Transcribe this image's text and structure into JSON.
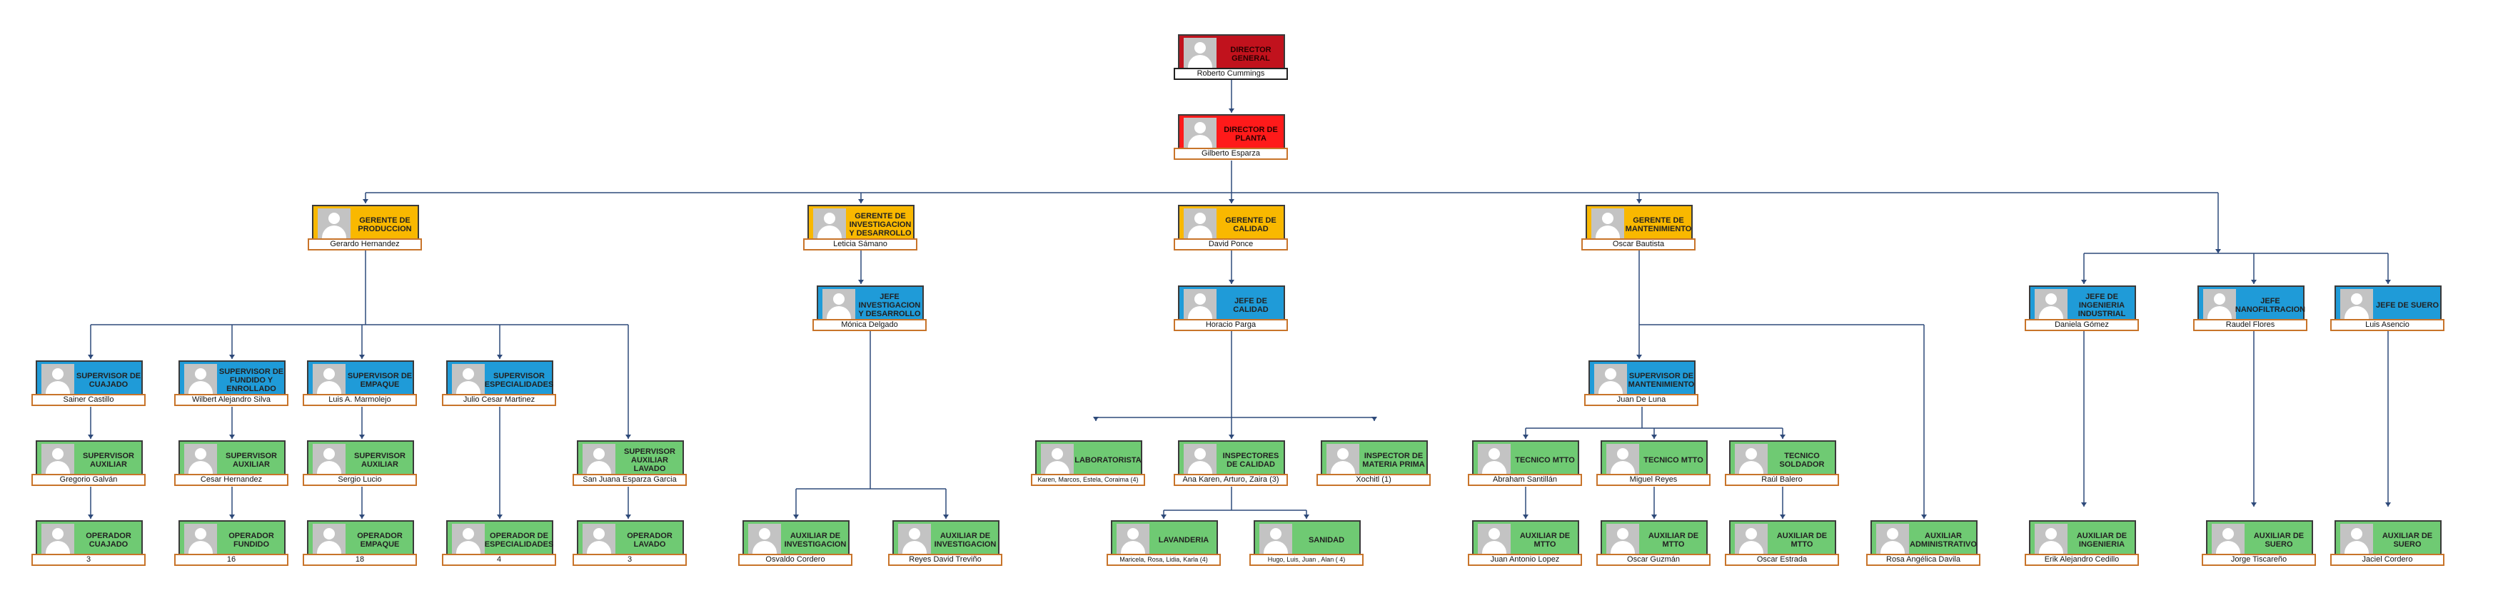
{
  "colors": {
    "director": "#c1121d",
    "plant": "#ff1a1a",
    "manager": "#f9b800",
    "lead": "#1f9bd8",
    "staff": "#6fca73",
    "line": "#2e4a7a"
  },
  "icons": {
    "photo": "person-silhouette-icon"
  },
  "nodes": {
    "director": {
      "title": "DIRECTOR GENERAL",
      "name": "Roberto Cummings"
    },
    "plant": {
      "title": "DIRECTOR DE PLANTA",
      "name": "Gilberto Esparza"
    },
    "gprod": {
      "title": "GERENTE DE PRODUCCION",
      "name": "Gerardo Hernandez"
    },
    "ginv": {
      "title": "GERENTE DE INVESTIGACION Y DESARROLLO",
      "name": "Leticia Sámano"
    },
    "gcal": {
      "title": "GERENTE DE CALIDAD",
      "name": "David Ponce"
    },
    "gmant": {
      "title": "GERENTE DE MANTENIMIENTO",
      "name": "Oscar Bautista"
    },
    "jinv": {
      "title": "JEFE INVESTIGACION Y DESARROLLO",
      "name": "Mónica Delgado"
    },
    "jcal": {
      "title": "JEFE DE CALIDAD",
      "name": "Horacio Parga"
    },
    "jing": {
      "title": "JEFE DE INGENIERIA INDUSTRIAL",
      "name": "Daniela Gómez"
    },
    "jnano": {
      "title": "JEFE NANOFILTRACION",
      "name": "Raudel Flores"
    },
    "jsuero": {
      "title": "JEFE DE SUERO",
      "name": "Luis Asencio"
    },
    "scuaj": {
      "title": "SUPERVISOR DE CUAJADO",
      "name": "Sainer Castillo"
    },
    "sfund": {
      "title": "SUPERVISOR DE FUNDIDO Y ENROLLADO",
      "name": "Wilbert Alejandro Silva"
    },
    "semp": {
      "title": "SUPERVISOR DE EMPAQUE",
      "name": "Luis A. Marmolejo"
    },
    "sesp": {
      "title": "SUPERVISOR ESPECIALIDADES",
      "name": "Julio Cesar Martinez"
    },
    "smant": {
      "title": "SUPERVISOR DE MANTENIMIENTO",
      "name": "Juan De Luna"
    },
    "sacuaj": {
      "title": "SUPERVISOR AUXILIAR",
      "name": "Gregorio Galván"
    },
    "safund": {
      "title": "SUPERVISOR AUXILIAR",
      "name": "Cesar Hernandez"
    },
    "saemp": {
      "title": "SUPERVISOR AUXILIAR",
      "name": "Sergio Lucio"
    },
    "salav": {
      "title": "SUPERVISOR AUXILIAR LAVADO",
      "name": "San Juana Esparza Garcia"
    },
    "ocuaj": {
      "title": "OPERADOR CUAJADO",
      "name": "3"
    },
    "ofund": {
      "title": "OPERADOR FUNDIDO",
      "name": "16"
    },
    "oemp": {
      "title": "OPERADOR EMPAQUE",
      "name": "18"
    },
    "oesp": {
      "title": "OPERADOR DE ESPECIALIDADES",
      "name": "4"
    },
    "olav": {
      "title": "OPERADOR LAVADO",
      "name": "3"
    },
    "ainv1": {
      "title": "AUXILIAR DE INVESTIGACION",
      "name": "Osvaldo Cordero"
    },
    "ainv2": {
      "title": "AUXILIAR DE INVESTIGACION",
      "name": "Reyes David Treviño"
    },
    "lab": {
      "title": "LABORATORISTA",
      "name": "Karen, Marcos, Estela, Coraima (4)"
    },
    "insp": {
      "title": "INSPECTORES DE CALIDAD",
      "name": "Ana Karen, Arturo, Zaira (3)"
    },
    "imp": {
      "title": "INSPECTOR DE MATERIA PRIMA",
      "name": "Xochitl (1)"
    },
    "lavand": {
      "title": "LAVANDERIA",
      "name": "Maricela, Rosa, Lidia, Karla (4)"
    },
    "sanidad": {
      "title": "SANIDAD",
      "name": "Hugo, Luis, Juan , Alan ( 4)"
    },
    "tm1": {
      "title": "TECNICO MTTO",
      "name": "Abraham Santillán"
    },
    "tm2": {
      "title": "TECNICO MTTO",
      "name": "Miguel Reyes"
    },
    "tsold": {
      "title": "TECNICO SOLDADOR",
      "name": "Raúl Balero"
    },
    "am1": {
      "title": "AUXILIAR DE MTTO",
      "name": "Juan Antonio Lopez"
    },
    "am2": {
      "title": "AUXILIAR DE MTTO",
      "name": "Oscar Guzmán"
    },
    "am3": {
      "title": "AUXILIAR DE MTTO",
      "name": "Oscar Estrada"
    },
    "aadm": {
      "title": "AUXILIAR ADMINISTRATIVO",
      "name": "Rosa Angélica Davila"
    },
    "aing": {
      "title": "AUXILIAR DE INGENIERIA",
      "name": "Erik Alejandro Cedillo"
    },
    "as1": {
      "title": "AUXILIAR DE SUERO",
      "name": "Jorge Tiscareño"
    },
    "as2": {
      "title": "AUXILIAR DE SUERO",
      "name": "Jaciel Cordero"
    }
  }
}
